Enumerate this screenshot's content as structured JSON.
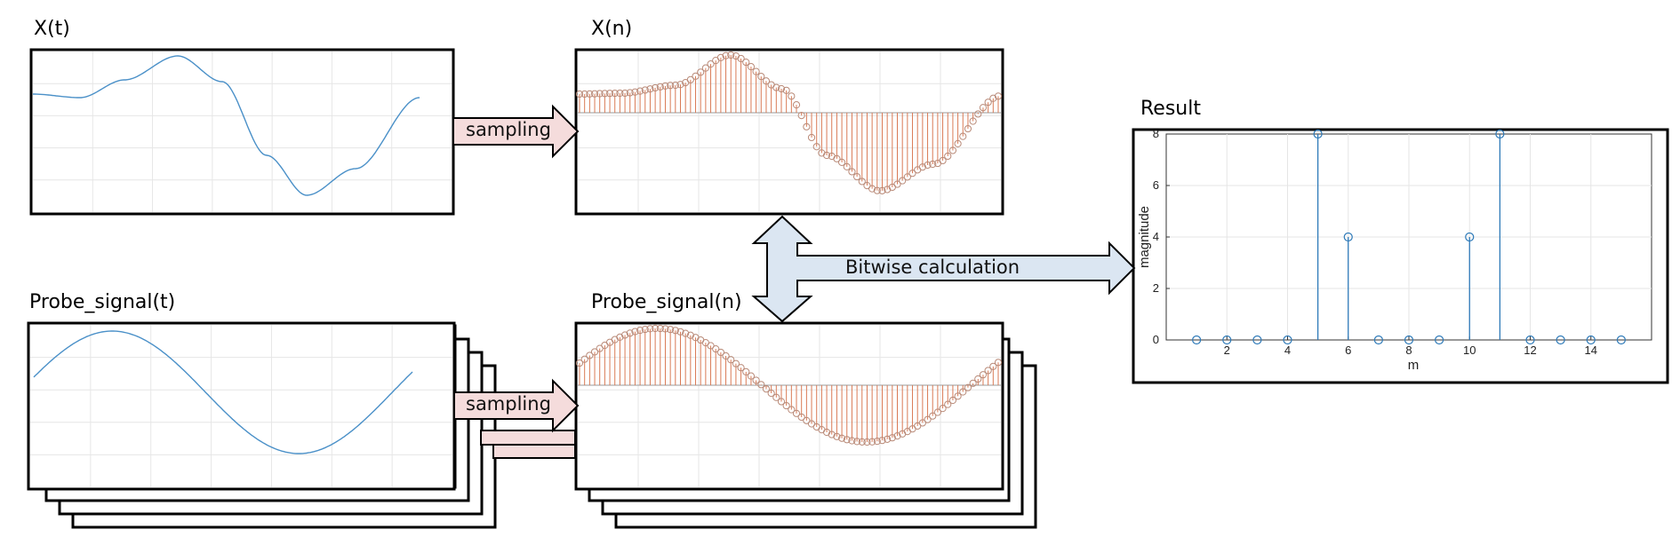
{
  "labels": {
    "xt": "X(t)",
    "xn": "X(n)",
    "probe_t": "Probe_signal(t)",
    "probe_n": "Probe_signal(n)",
    "result": "Result"
  },
  "arrows": {
    "sampling_top": "sampling",
    "sampling_bottom": "sampling",
    "bitwise": "Bitwise calculation"
  },
  "colors": {
    "signal_line": "#4a90c8",
    "stem": "#d97a55",
    "marker": "#b98a78",
    "sampling_arrow_fill": "#f5dcdc",
    "bitwise_arrow_fill": "#dbe6f2",
    "result_stem": "#2e7ab8"
  },
  "chart_data": {
    "type": "scatter",
    "title": "",
    "xlabel": "m",
    "ylabel": "magnitude",
    "xlim": [
      0,
      16
    ],
    "ylim": [
      0,
      8
    ],
    "xticks": [
      2,
      4,
      6,
      8,
      10,
      12,
      14
    ],
    "yticks": [
      0,
      2,
      4,
      6,
      8
    ],
    "grid": true,
    "x": [
      1,
      2,
      3,
      4,
      5,
      6,
      7,
      8,
      9,
      10,
      11,
      12,
      13,
      14,
      15
    ],
    "y": [
      0,
      0,
      0,
      0,
      8,
      4,
      0,
      0,
      0,
      4,
      8,
      0,
      0,
      0,
      0
    ]
  }
}
